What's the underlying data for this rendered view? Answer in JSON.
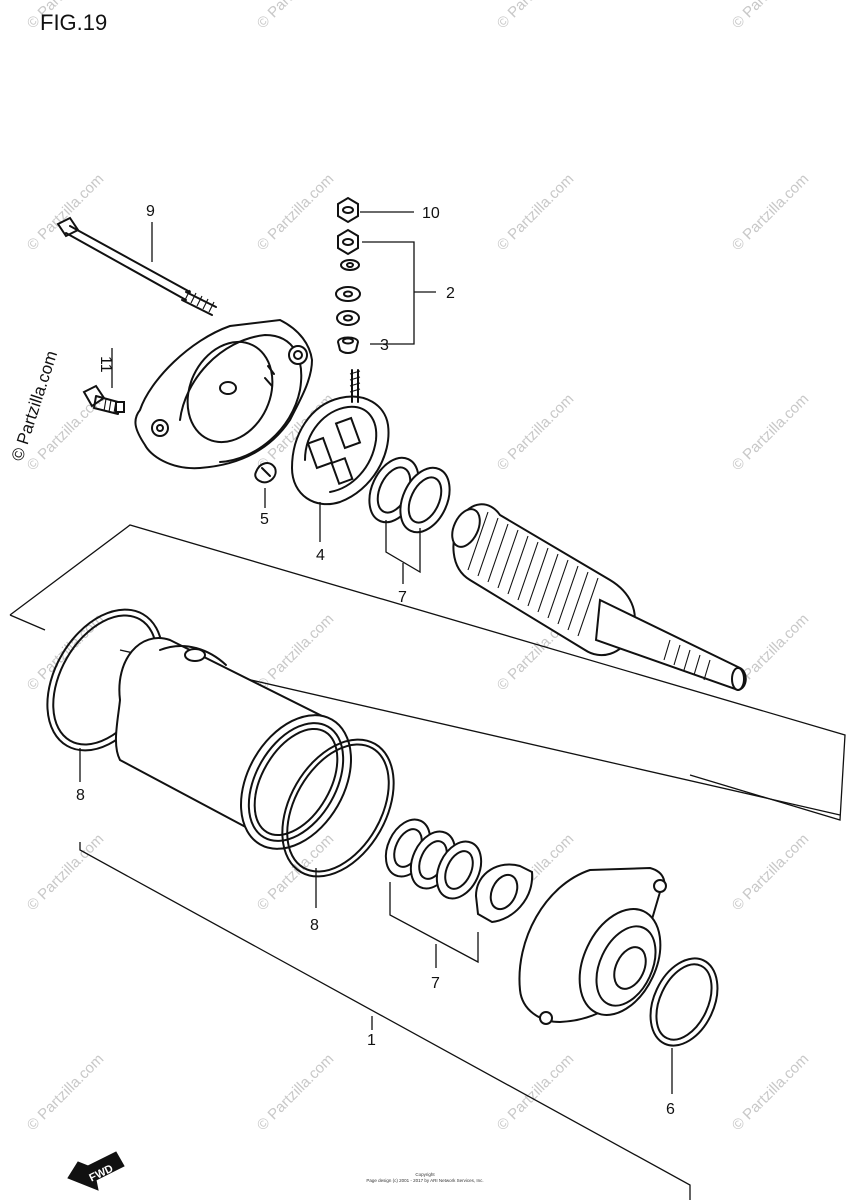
{
  "figure": {
    "title": "FIG.19"
  },
  "watermark": {
    "text": "© Partzilla.com",
    "side_text": "© Partzilla.com"
  },
  "copyright": {
    "line1": "Copyright",
    "line2": "Page design (c) 2001 - 2017 by ARI Network Services, Inc."
  },
  "fwd_badge": {
    "text": "FWD",
    "icon": "fwd-arrow-icon"
  },
  "callouts": [
    {
      "id": "1",
      "part": "starter-motor-assembly"
    },
    {
      "id": "2",
      "part": "terminal-nut-set"
    },
    {
      "id": "3",
      "part": "washer"
    },
    {
      "id": "4",
      "part": "brush-holder-plate"
    },
    {
      "id": "5",
      "part": "brush-spring"
    },
    {
      "id": "6",
      "part": "end-cover-o-ring"
    },
    {
      "id": "7a",
      "label": "7",
      "part": "armature-washer-set-upper"
    },
    {
      "id": "7b",
      "label": "7",
      "part": "armature-washer-set-lower"
    },
    {
      "id": "8a",
      "label": "8",
      "part": "yoke-o-ring-left"
    },
    {
      "id": "8b",
      "label": "8",
      "part": "yoke-o-ring-right"
    },
    {
      "id": "9",
      "part": "through-bolt"
    },
    {
      "id": "10",
      "part": "terminal-nut"
    },
    {
      "id": "11",
      "part": "terminal-bolt"
    }
  ]
}
